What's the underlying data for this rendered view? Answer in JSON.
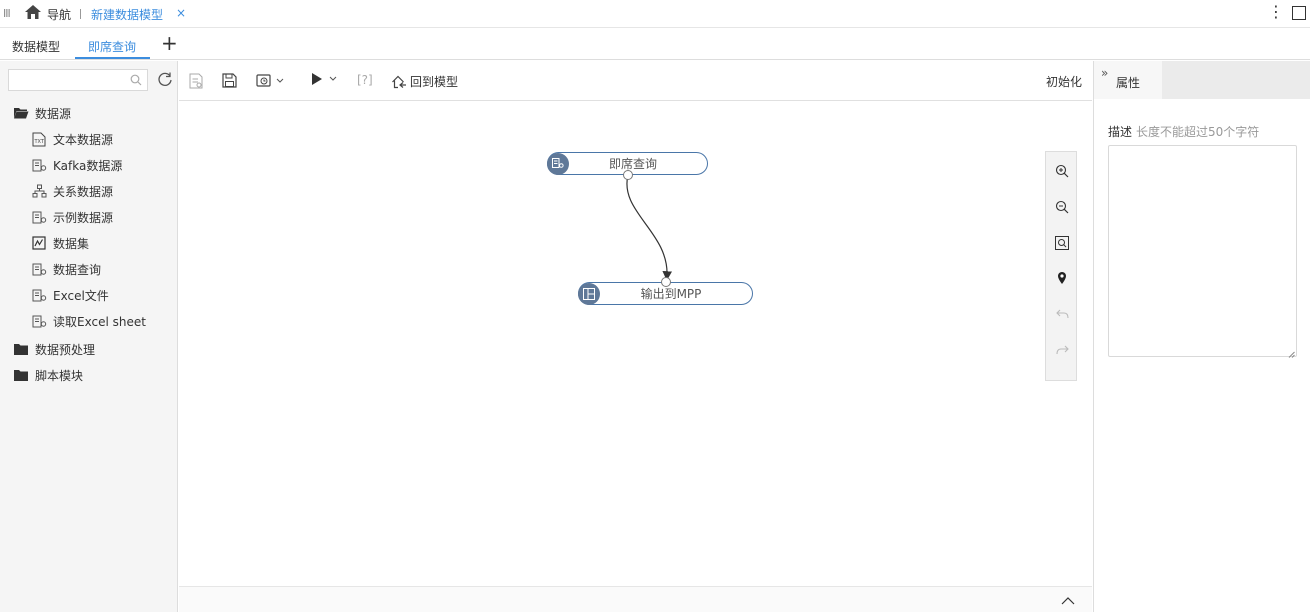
{
  "topbar": {
    "nav_label": "导航",
    "doc_tab_label": "新建数据模型",
    "close_glyph": "×"
  },
  "subtabs": {
    "tab1": "数据模型",
    "tab2": "即席查询",
    "add_glyph": "+"
  },
  "leftpanel": {
    "search_placeholder": "",
    "tree": [
      {
        "label": "数据源",
        "icon": "folder-open-icon"
      },
      {
        "label": "文本数据源",
        "icon": "text-file-icon"
      },
      {
        "label": "Kafka数据源",
        "icon": "datasource-icon"
      },
      {
        "label": "关系数据源",
        "icon": "relation-icon"
      },
      {
        "label": "示例数据源",
        "icon": "datasource-icon"
      },
      {
        "label": "数据集",
        "icon": "dataset-icon"
      },
      {
        "label": "数据查询",
        "icon": "datasource-icon"
      },
      {
        "label": "Excel文件",
        "icon": "datasource-icon"
      },
      {
        "label": "读取Excel sheet",
        "icon": "datasource-icon"
      },
      {
        "label": "数据预处理",
        "icon": "folder-icon"
      },
      {
        "label": "脚本模块",
        "icon": "folder-icon"
      }
    ]
  },
  "toolbar": {
    "bracket_label": "[?]",
    "back_label": "回到模型",
    "init_label": "初始化"
  },
  "canvas": {
    "nodes": [
      {
        "label": "即席查询",
        "icon": "datasource-node-icon"
      },
      {
        "label": "输出到MPP",
        "icon": "output-node-icon"
      }
    ]
  },
  "rightpanel": {
    "tab_label": "属性",
    "collapse_glyph": "»",
    "desc_label": "描述",
    "desc_hint": "长度不能超过50个字符",
    "desc_value": ""
  }
}
